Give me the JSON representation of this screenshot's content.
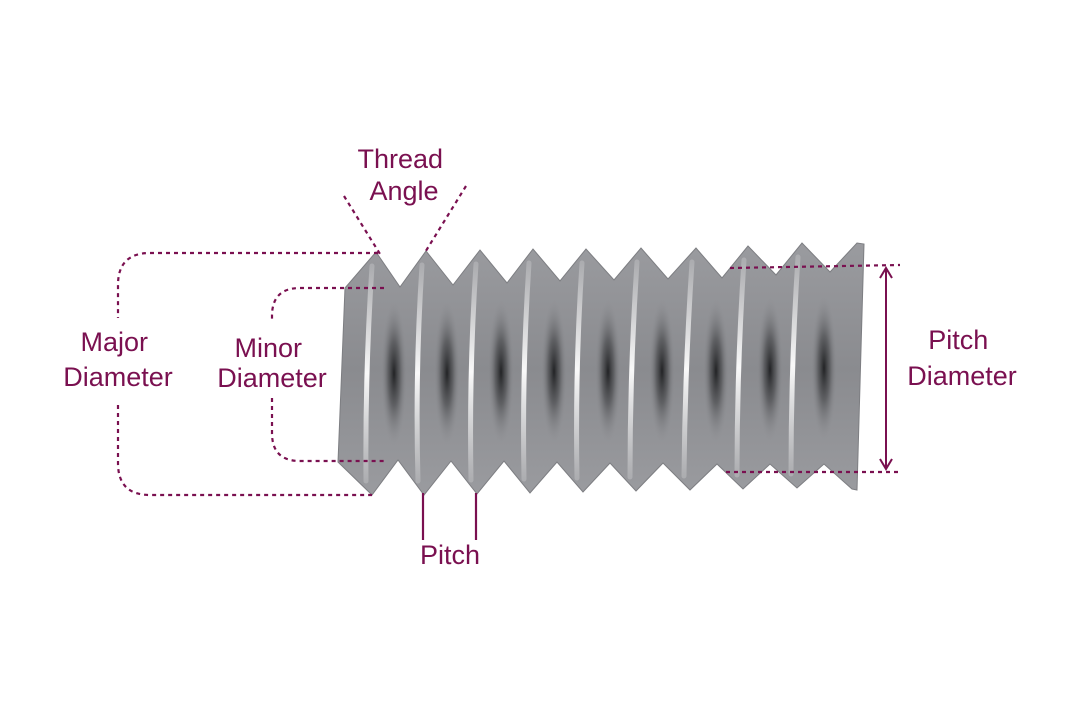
{
  "colors": {
    "label": "#7a1050",
    "guide": "#7a1050",
    "thread_body": "#8f9094",
    "thread_dark": "#3a3b3e",
    "thread_highlight": "#eeeeee"
  },
  "labels": {
    "thread_angle": [
      "Thread",
      "Angle"
    ],
    "major_diameter": [
      "Major",
      "Diameter"
    ],
    "minor_diameter": [
      "Minor",
      "Diameter"
    ],
    "pitch_diameter": [
      "Pitch",
      "Diameter"
    ],
    "pitch": "Pitch"
  }
}
